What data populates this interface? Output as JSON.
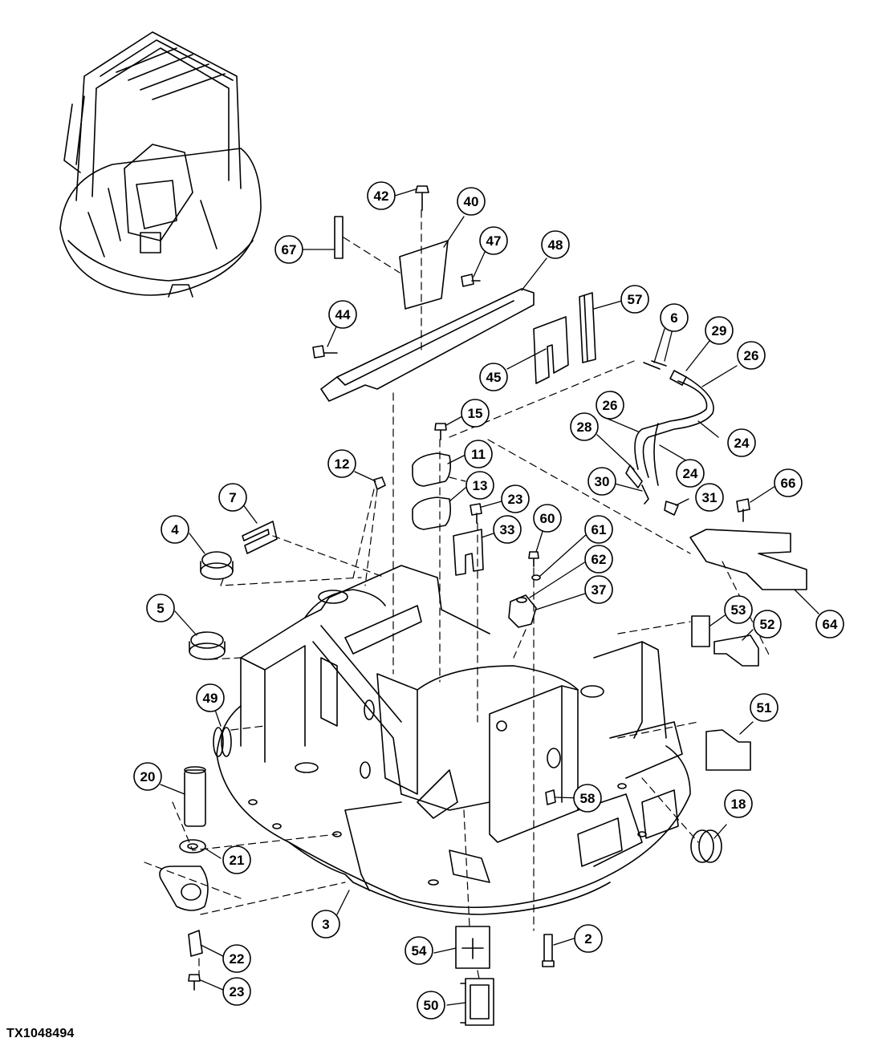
{
  "figure_id": "TX1048494",
  "colors": {
    "ink": "#000000",
    "paper": "#ffffff"
  },
  "callouts": [
    "67",
    "42",
    "40",
    "47",
    "48",
    "44",
    "57",
    "6",
    "29",
    "26",
    "45",
    "15",
    "26",
    "28",
    "24",
    "24",
    "12",
    "11",
    "30",
    "31",
    "66",
    "13",
    "23",
    "7",
    "33",
    "60",
    "61",
    "4",
    "62",
    "37",
    "5",
    "53",
    "52",
    "64",
    "49",
    "51",
    "20",
    "58",
    "18",
    "21",
    "3",
    "54",
    "2",
    "22",
    "23",
    "50"
  ]
}
